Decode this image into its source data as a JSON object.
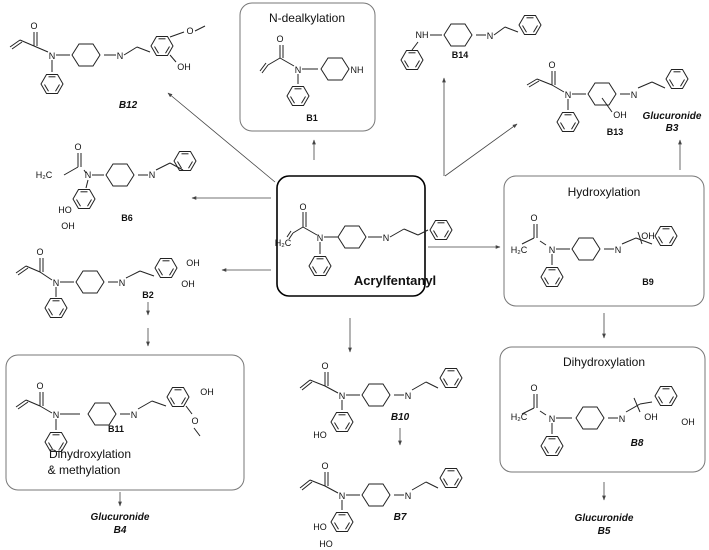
{
  "parent": {
    "name": "Acrylfentanyl"
  },
  "boxes": {
    "n_dealkylation": "N-dealkylation",
    "hydroxylation": "Hydroxylation",
    "dihydroxylation": "Dihydroxylation",
    "dihydroxylation_methylation_1": "Dihydroxylation",
    "dihydroxylation_methylation_2": "& methylation"
  },
  "compounds": {
    "b1": "B1",
    "b2": "B2",
    "b3_prefix": "Glucuronide",
    "b3": "B3",
    "b4_prefix": "Glucuronide",
    "b4": "B4",
    "b5_prefix": "Glucuronide",
    "b5": "B5",
    "b6": "B6",
    "b7": "B7",
    "b8": "B8",
    "b9": "B9",
    "b10": "B10",
    "b11": "B11",
    "b12": "B12",
    "b13": "B13",
    "b14": "B14"
  },
  "atoms": {
    "o": "O",
    "n": "N",
    "nh": "NH",
    "h2c": "H₂C",
    "oh": "OH",
    "ho": "HO"
  }
}
